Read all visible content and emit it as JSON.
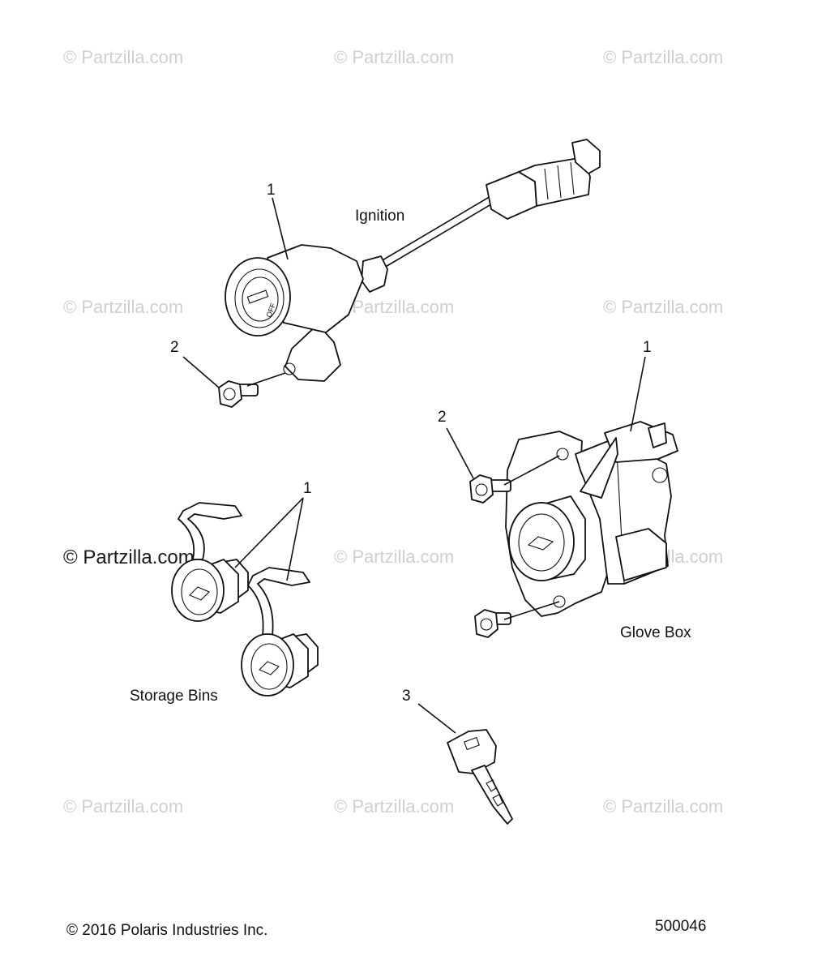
{
  "watermark": "© Partzilla.com",
  "labels": {
    "ignition": "Ignition",
    "glove_box": "Glove Box",
    "storage_bins": "Storage Bins"
  },
  "callouts": {
    "ignition_part": "1",
    "ignition_bolt": "2",
    "glove_part": "1",
    "glove_bolt": "2",
    "storage_part": "1",
    "key": "3"
  },
  "footer": {
    "copyright": "© 2016 Polaris Industries Inc.",
    "diagram_number": "500046"
  }
}
